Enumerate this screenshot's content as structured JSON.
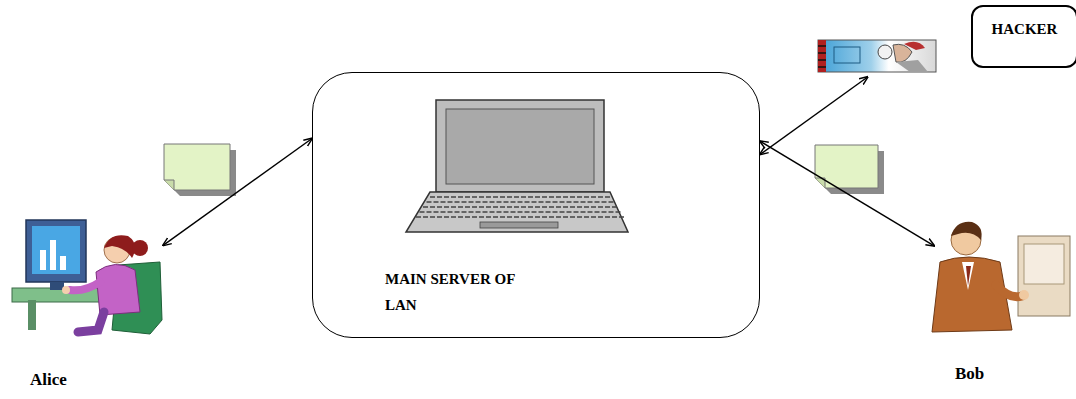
{
  "diagram": {
    "nodes": [
      {
        "text": [
          "Alice"
        ]
      },
      {
        "text": [
          "MAIN SERVER OF LAN"
        ]
      },
      {
        "text": [
          "HACKER"
        ]
      },
      {
        "text": [
          "Bob"
        ]
      }
    ],
    "edges": [
      {
        "from": 0,
        "to": 1,
        "arrow": "both"
      },
      {
        "from": 1,
        "to": 3,
        "arrow": "both"
      },
      {
        "from": 1,
        "to": 2,
        "arrow": "both"
      }
    ]
  }
}
